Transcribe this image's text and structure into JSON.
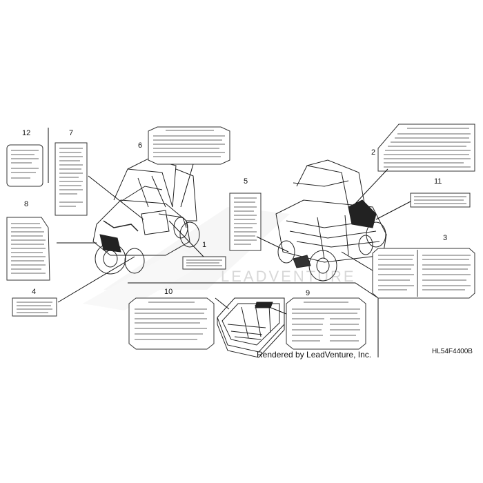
{
  "diagram": {
    "callouts": [
      "1",
      "2",
      "3",
      "4",
      "5",
      "6",
      "7",
      "8",
      "9",
      "10",
      "11",
      "12"
    ],
    "watermark": "LEADVENTURE",
    "credit": "Rendered by LeadVenture, Inc.",
    "part_code": "HL54F4400B"
  }
}
